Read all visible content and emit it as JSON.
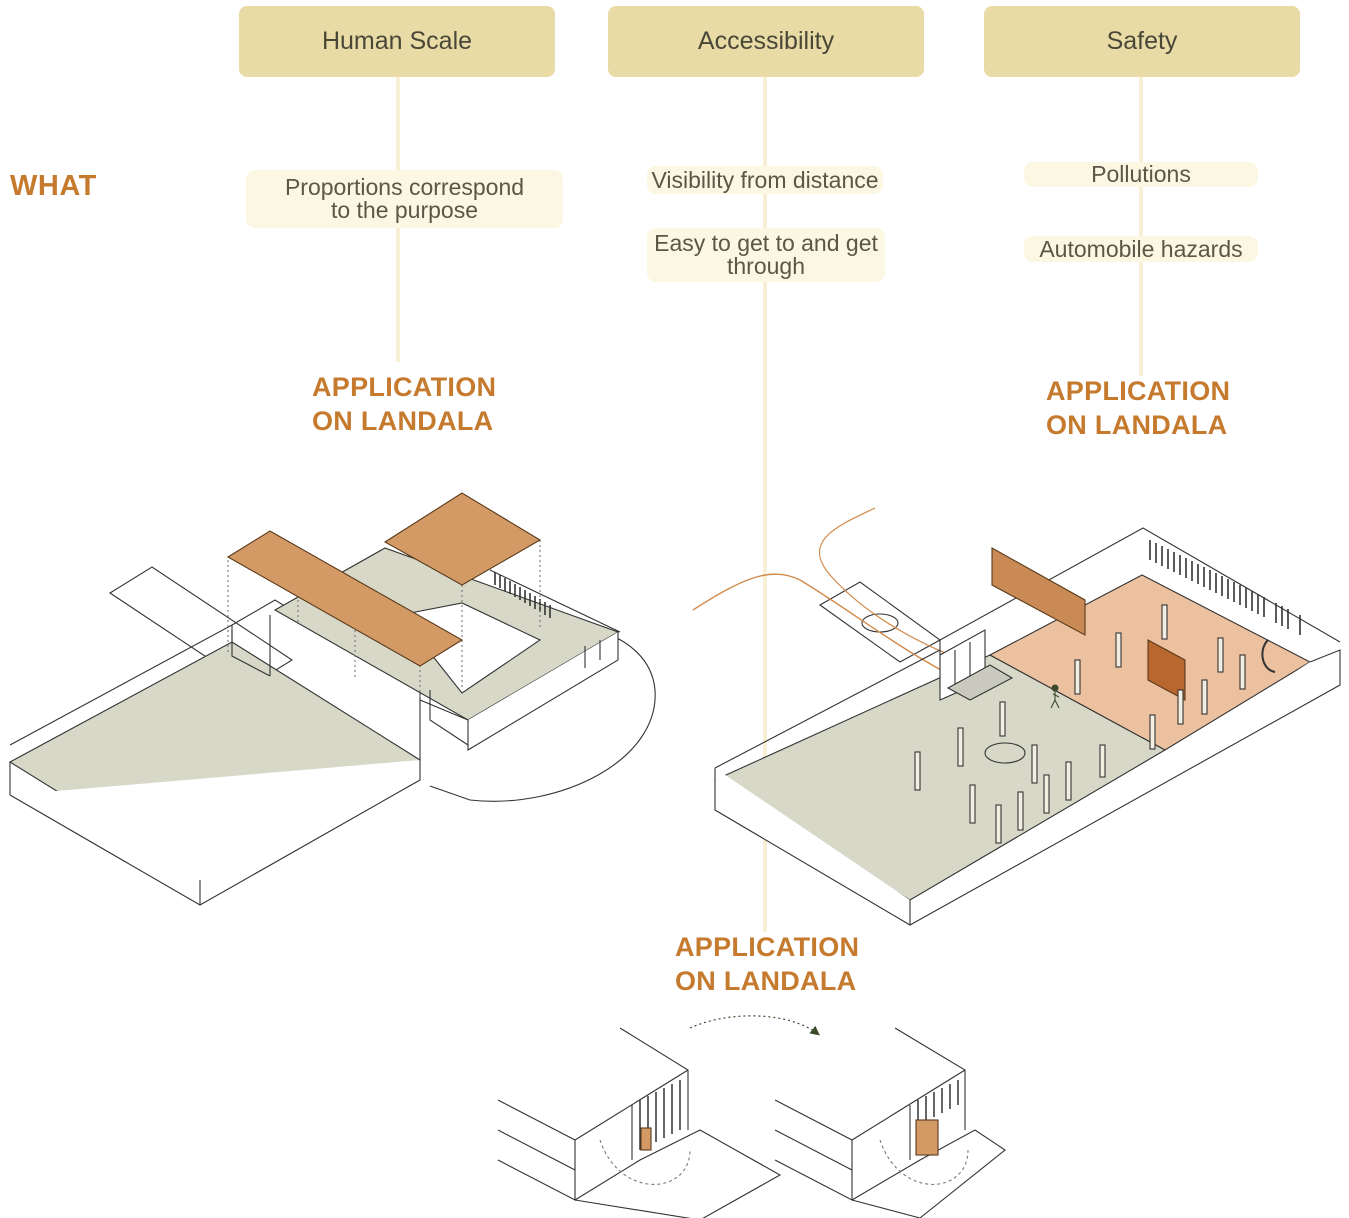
{
  "row_label": "WHAT",
  "columns": [
    {
      "title": "Human Scale",
      "items": [
        "Proportions correspond\nto the purpose"
      ],
      "application_label": "APPLICATION\nON LANDALA"
    },
    {
      "title": "Accessibility",
      "items": [
        "Visibility from distance",
        "Easy to get to and get\nthrough"
      ],
      "application_label": "APPLICATION\nON LANDALA"
    },
    {
      "title": "Safety",
      "items": [
        "Pollutions",
        "Automobile hazards"
      ],
      "application_label": "APPLICATION\nON LANDALA"
    }
  ],
  "colors": {
    "header_fill": "#e8dba6",
    "pill_fill": "#fbf7e2",
    "accent_text": "#c57a2e",
    "roof_orange": "#d49a66",
    "zone_orange": "#ecc1a0",
    "floor_grey": "#d7d8c8",
    "connector": "#f7f0d4"
  }
}
